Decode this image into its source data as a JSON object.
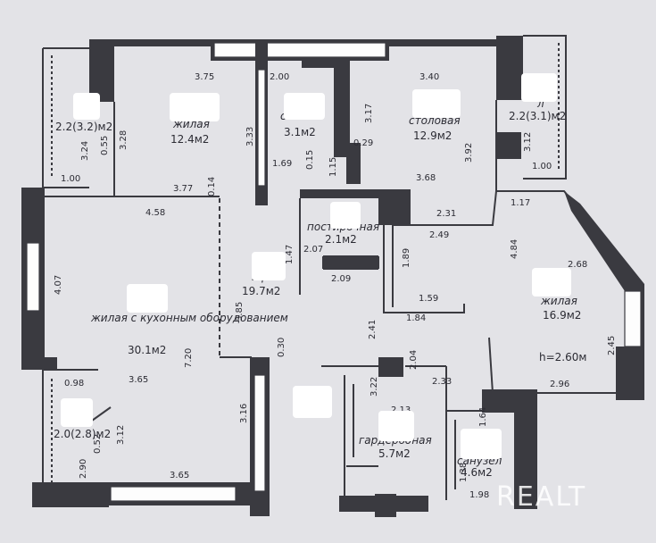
{
  "rooms": [
    {
      "id": "balcony-top-left",
      "name": "",
      "area": "2.2(3.2)м2"
    },
    {
      "id": "living-1",
      "name": "жилая",
      "area": "12.4м2"
    },
    {
      "id": "bathroom-1",
      "name": "с   я",
      "area": "3.1м2"
    },
    {
      "id": "dining",
      "name": "столовая",
      "area": "12.9м2"
    },
    {
      "id": "balcony-top-right",
      "name": "л",
      "area": "2.2(3.1)м2"
    },
    {
      "id": "laundry",
      "name": "постирочная",
      "area": "2.1м2"
    },
    {
      "id": "corridor",
      "name": "к      р",
      "area": "19.7м2"
    },
    {
      "id": "living-kitchen",
      "name": "жилая с кухонным оборудованием",
      "area": "30.1м2"
    },
    {
      "id": "living-3",
      "name": "жилая",
      "area": "16.9м2"
    },
    {
      "id": "ceiling",
      "name": "",
      "area": "h=2.60м"
    },
    {
      "id": "balcony-bottom-left",
      "name": "",
      "area": "2.0(2.8)м2"
    },
    {
      "id": "wardrobe",
      "name": "гардеробная",
      "area": "5.7м2"
    },
    {
      "id": "bathroom-2",
      "name": "санузел",
      "area": "4.6м2"
    }
  ],
  "dimensions": [
    "3.75",
    "2.00",
    "3.40",
    "3.28",
    "0.55",
    "3.24",
    "1.00",
    "3.33",
    "0.29",
    "3.17",
    "1.69",
    "0.15",
    "1.15",
    "3.68",
    "3.92",
    "3.12",
    "1.00",
    "3.77",
    "0.14",
    "4.58",
    "1.47",
    "2.07",
    "2.31",
    "2.49",
    "1.17",
    "4.84",
    "2.68",
    "1.89",
    "2.09",
    "1.59",
    "1.84",
    "4.07",
    "3.85",
    "2.41",
    "0.30",
    "7.20",
    "3.65",
    "2.04",
    "2.33",
    "3.22",
    "2.13",
    "0.98",
    "3.16",
    "3.12",
    "0.52",
    "2.90",
    "3.65",
    "1.64",
    "1.98",
    "2.45",
    "2.96",
    "1.38"
  ],
  "watermark": "REALT"
}
